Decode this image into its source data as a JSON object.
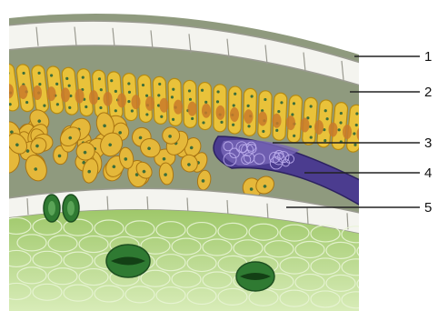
{
  "diagram": {
    "labels": [
      "1",
      "2",
      "3",
      "4",
      "5"
    ],
    "colors": {
      "epidermis": "#f4f4ef",
      "cuticle_line": "#9a9a90",
      "palisade_cell": "#e9c23a",
      "palisade_outline": "#b58a12",
      "chloroplast": "#3d6e3a",
      "intercellular": "#8f9a7e",
      "spongy_cell": "#e5b83a",
      "vein": "#4b3c8f",
      "vein_cells": "#7866b8",
      "lower_tissue": "#bcd88c",
      "guard_cell": "#2f7a32",
      "leader_line": "#222222"
    }
  }
}
